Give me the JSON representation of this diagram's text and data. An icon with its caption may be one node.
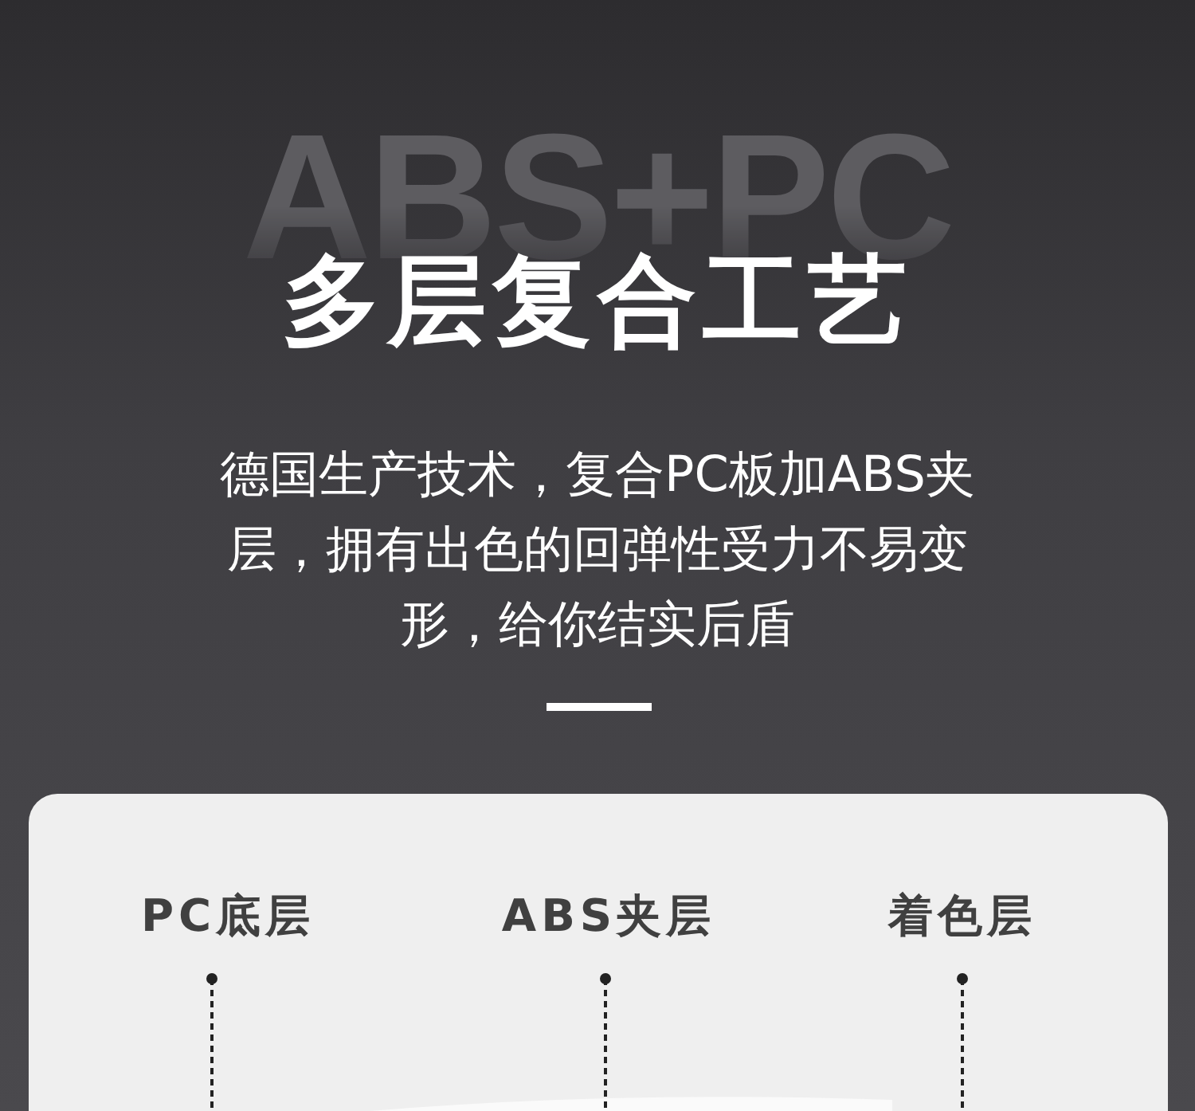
{
  "diagram": {
    "title": "多层复合工艺",
    "nodes": [
      {
        "text": [
          "PC底层"
        ]
      },
      {
        "text": [
          "ABS夹层"
        ]
      },
      {
        "text": [
          "着色层"
        ]
      }
    ],
    "edges": [
      {
        "from": 0,
        "to": null,
        "arrow": "other",
        "style": "dashed"
      },
      {
        "from": 1,
        "to": null,
        "arrow": "other",
        "style": "dashed"
      },
      {
        "from": 2,
        "to": null,
        "arrow": "other",
        "style": "dashed"
      }
    ],
    "labels": [
      "ABS+PC",
      "德国生产技术，复合PC板加ABS夹层，拥有出色的回弹性受力不易变形，给你结实后盾"
    ]
  }
}
